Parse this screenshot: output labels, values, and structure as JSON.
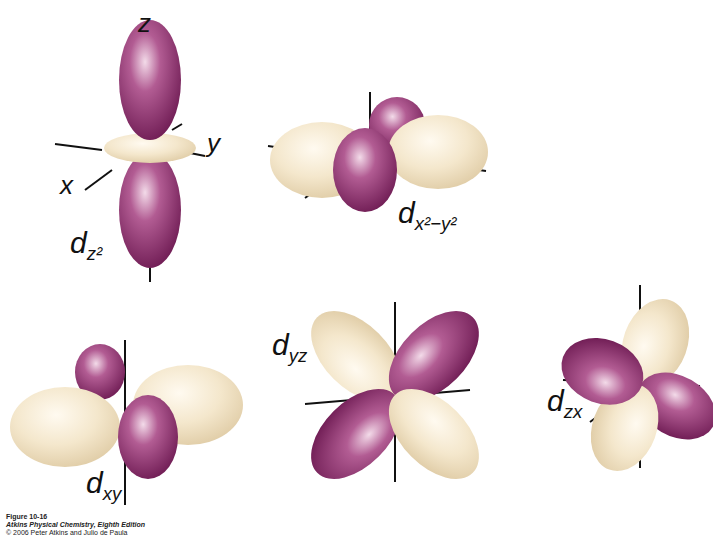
{
  "diagram": {
    "labels": [
      "z",
      "y",
      "x",
      "dz²",
      "dx²−y²",
      "dxy",
      "dyz",
      "dzx",
      "Figure 10-16",
      "Atkins Physical Chemistry, Eighth Edition",
      "© 2006 Peter Atkins and Julio de Paula"
    ]
  }
}
